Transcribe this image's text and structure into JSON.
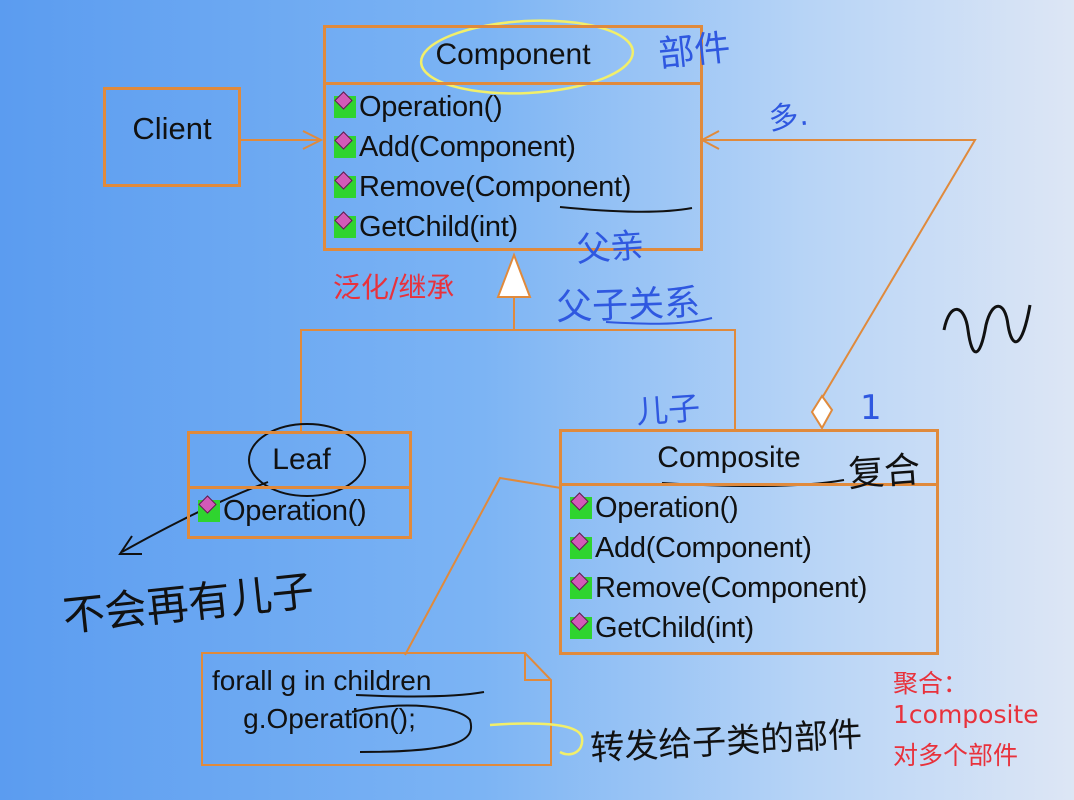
{
  "client": {
    "label": "Client"
  },
  "component": {
    "title": "Component",
    "operations": [
      "Operation()",
      "Add(Component)",
      "Remove(Component)",
      "GetChild(int)"
    ]
  },
  "leaf": {
    "title": "Leaf",
    "operations": [
      "Operation()"
    ]
  },
  "composite": {
    "title": "Composite",
    "operations": [
      "Operation()",
      "Add(Component)",
      "Remove(Component)",
      "GetChild(int)"
    ]
  },
  "note": {
    "lines": [
      "forall g in children",
      "    g.Operation();"
    ]
  },
  "annotations_red": {
    "generalization": "泛化/继承",
    "aggregation_line1": "聚合：",
    "aggregation_line2": "1composite",
    "aggregation_line3": "对多个部件"
  },
  "handwritten": {
    "component_note": "部件",
    "multiplicity_many": "多.",
    "parent_relation": "父亲",
    "parent_child_relation": "父子关系",
    "child_left": "儿子",
    "composite_note": "复合",
    "leaf_note": "不会再有儿子",
    "forward_note": "转发给子类的部件",
    "multiplicity_one": "1"
  },
  "colors": {
    "uml_border": "#e08a3c",
    "op_icon_green": "#2fd42f",
    "op_icon_pink": "#d25ab8",
    "handwriting_blue": "#2f58e0",
    "handwriting_black": "#111111",
    "annotation_red": "#e8323c",
    "highlight_yellow": "#f2ef6a"
  }
}
